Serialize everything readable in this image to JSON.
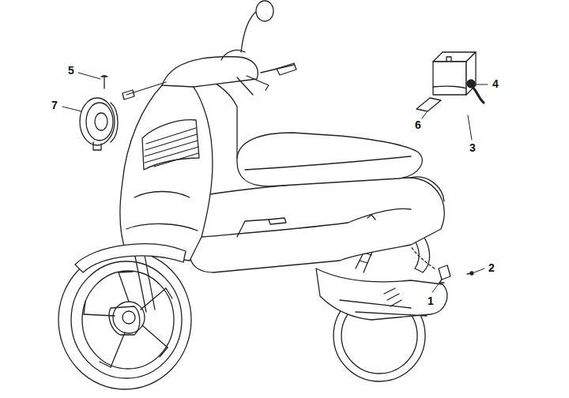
{
  "diagram": {
    "labels": [
      "5",
      "7",
      "4",
      "6",
      "3",
      "2",
      "1"
    ]
  }
}
